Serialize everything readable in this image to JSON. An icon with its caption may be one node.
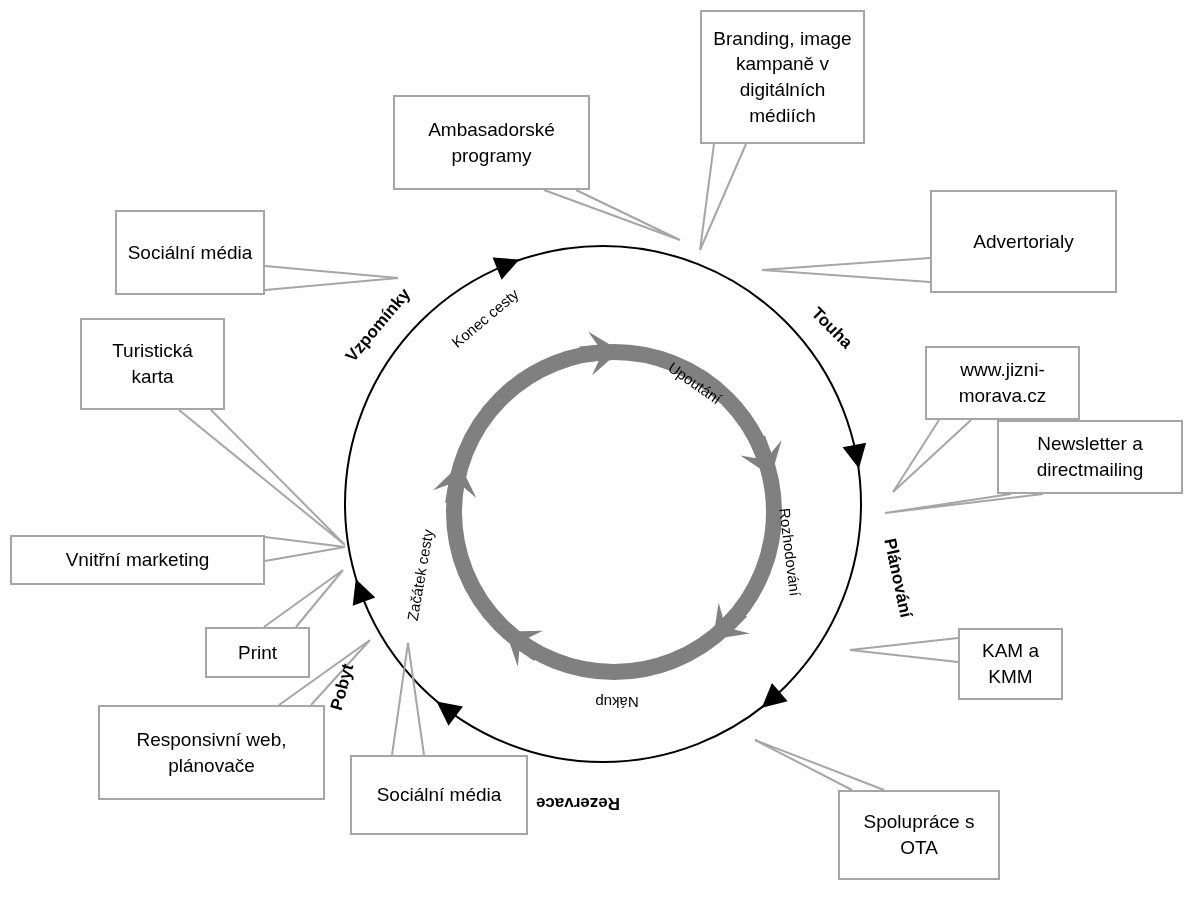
{
  "diagram": {
    "nodes": [
      {
        "text": [
          "Branding, image kampaně v digitálních médiích"
        ]
      },
      {
        "text": [
          "Ambasadorské programy"
        ]
      },
      {
        "text": [
          "Sociální média"
        ]
      },
      {
        "text": [
          "Advertorialy"
        ]
      },
      {
        "text": [
          "Turistická karta"
        ]
      },
      {
        "text": [
          "www.jizni-morava.cz"
        ]
      },
      {
        "text": [
          "Newsletter a directmailing"
        ]
      },
      {
        "text": [
          "Vnitřní marketing"
        ]
      },
      {
        "text": [
          "Print"
        ]
      },
      {
        "text": [
          "KAM a KMM"
        ]
      },
      {
        "text": [
          "Responsivní web, plánovače"
        ]
      },
      {
        "text": [
          "Sociální média"
        ]
      },
      {
        "text": [
          "Spolupráce s OTA"
        ]
      }
    ],
    "edges": [
      {
        "from": 0,
        "to": null,
        "arrow": "none"
      },
      {
        "from": 1,
        "to": null,
        "arrow": "none"
      },
      {
        "from": 2,
        "to": null,
        "arrow": "none"
      },
      {
        "from": 3,
        "to": null,
        "arrow": "none"
      },
      {
        "from": 4,
        "to": null,
        "arrow": "none"
      },
      {
        "from": 5,
        "to": null,
        "arrow": "none"
      },
      {
        "from": 6,
        "to": null,
        "arrow": "none"
      },
      {
        "from": 7,
        "to": null,
        "arrow": "none"
      },
      {
        "from": 8,
        "to": null,
        "arrow": "none"
      },
      {
        "from": 9,
        "to": null,
        "arrow": "none"
      },
      {
        "from": 10,
        "to": null,
        "arrow": "none"
      },
      {
        "from": 11,
        "to": null,
        "arrow": "none"
      },
      {
        "from": 12,
        "to": null,
        "arrow": "none"
      }
    ],
    "labels": [
      "Vzpomínky",
      "Touha",
      "Konec cesty",
      "Upoutání",
      "Rozhodování",
      "Plánování",
      "Začátek cesty",
      "Pobyt",
      "Nákup",
      "Rezervace"
    ]
  }
}
